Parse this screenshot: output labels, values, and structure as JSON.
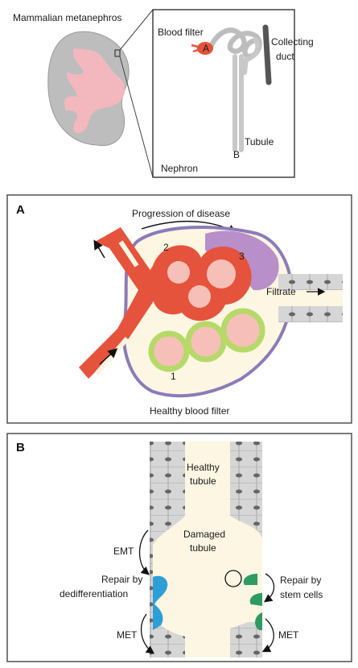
{
  "colors": {
    "kidney_gray": "#bdbdbd",
    "kidney_pink": "#f2b8bd",
    "vessel_red": "#e5533d",
    "glom_pink": "#f6c0b8",
    "podocyte_purple": "#b88fc8",
    "healthy_green": "#b6d96a",
    "tubule_gray": "#d2d2d2",
    "lumen_cream": "#fcf6e2",
    "stem_green": "#2e9b5f",
    "dediff_blue": "#2e9fd6",
    "collecting_duct": "#555555"
  },
  "top": {
    "organ_label": "Mammalian metanephros",
    "blood_filter_label": "Blood filter",
    "marker_a": "A",
    "collecting_duct_line1": "Collecting",
    "collecting_duct_line2": "duct",
    "tubule_label": "Tubule",
    "marker_b": "B",
    "nephron_label": "Nephron"
  },
  "panel_a": {
    "letter": "A",
    "progression_label": "Progression of disease",
    "stage_1": "1",
    "stage_2": "2",
    "stage_3": "3",
    "filtrate_label": "Filtrate",
    "caption": "Healthy blood filter"
  },
  "panel_b": {
    "letter": "B",
    "healthy_line1": "Healthy",
    "healthy_line2": "tubule",
    "damaged_line1": "Damaged",
    "damaged_line2": "tubule",
    "emt_label": "EMT",
    "dediff_line1": "Repair by",
    "dediff_line2": "dedifferentiation",
    "stem_line1": "Repair by",
    "stem_line2": "stem cells",
    "met_left": "MET",
    "met_right": "MET"
  }
}
